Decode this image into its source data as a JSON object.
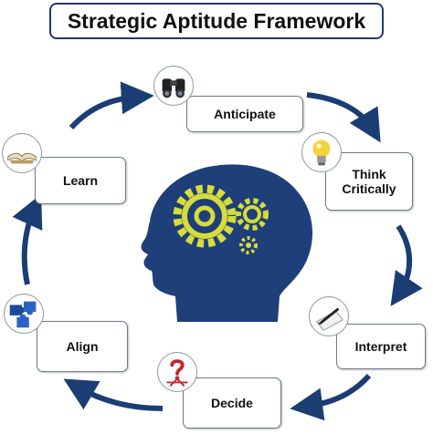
{
  "title": "Strategic Aptitude Framework",
  "steps": {
    "anticipate": {
      "label": "Anticipate",
      "icon": "binoculars-icon"
    },
    "think": {
      "line1": "Think",
      "line2": "Critically",
      "icon": "lightbulb-icon"
    },
    "interpret": {
      "label": "Interpret",
      "icon": "pen-paper-icon"
    },
    "decide": {
      "label": "Decide",
      "icon": "question-mark-icon"
    },
    "align": {
      "label": "Align",
      "icon": "puzzle-pieces-icon"
    },
    "learn": {
      "label": "Learn",
      "icon": "open-book-icon"
    }
  },
  "colors": {
    "arrow": "#1c3d74",
    "head": "#1e3f7a",
    "gear": "#d6dc3a"
  }
}
